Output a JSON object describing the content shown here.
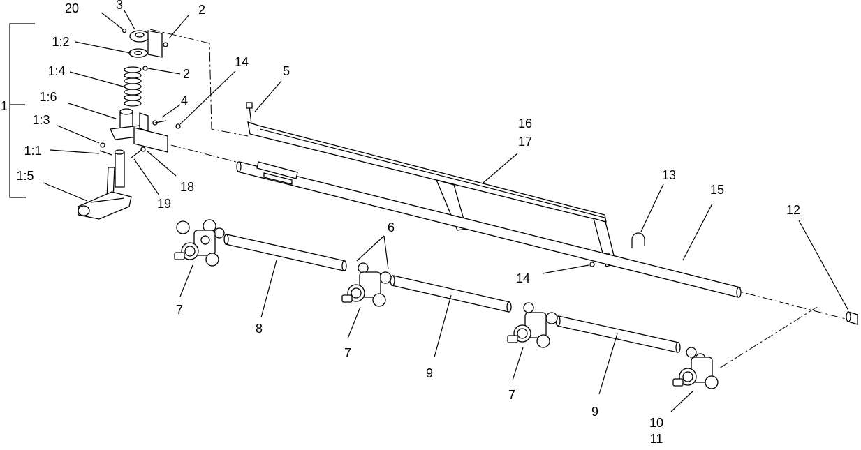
{
  "diagram": {
    "labels": {
      "l20": "20",
      "l3": "3",
      "l2a": "2",
      "l2b": "2",
      "l12": "1:2",
      "l14": "1:4",
      "l16": "1:6",
      "l13": "1:3",
      "l11": "1:1",
      "l15": "1:5",
      "l1": "1",
      "l4": "4",
      "l14top": "14",
      "l5": "5",
      "l18": "18",
      "l19": "19",
      "l16b": "16",
      "l17": "17",
      "l13b": "13",
      "l15b": "15",
      "l12b": "12",
      "l6": "6",
      "l14b": "14",
      "l7a": "7",
      "l8": "8",
      "l7b": "7",
      "l9a": "9",
      "l7c": "7",
      "l9b": "9",
      "l10": "10",
      "l11b": "11"
    }
  }
}
